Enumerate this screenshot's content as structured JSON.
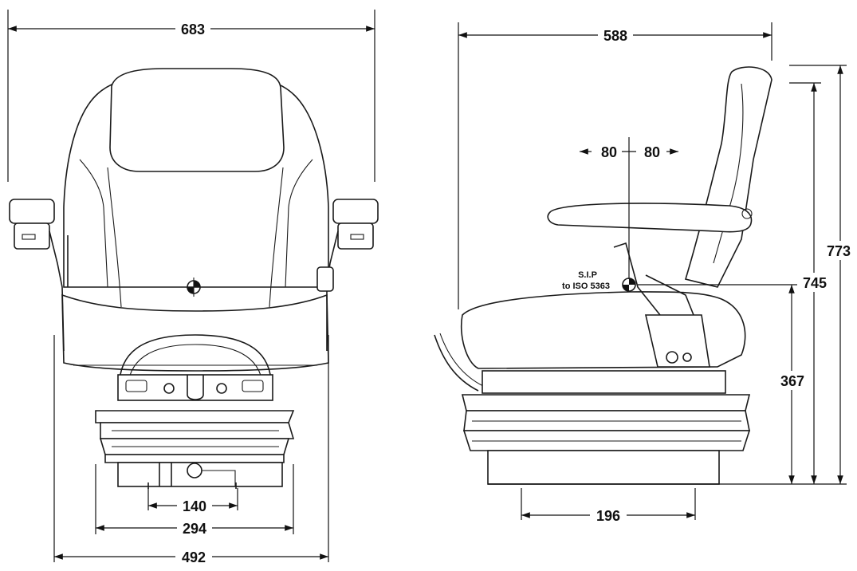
{
  "dimensions": {
    "front_width_top": "683",
    "side_depth": "588",
    "sip_offset_left": "80",
    "sip_offset_right": "80",
    "height_total": "773",
    "height_sip": "745",
    "height_base": "367",
    "base_inner": "140",
    "base_mid": "294",
    "base_outer": "492",
    "base_side": "196"
  },
  "sip_label": {
    "line1": "S.I.P",
    "line2": "to ISO 5363"
  },
  "colors": {
    "ink": "#1a1a1a",
    "paper": "#ffffff"
  }
}
